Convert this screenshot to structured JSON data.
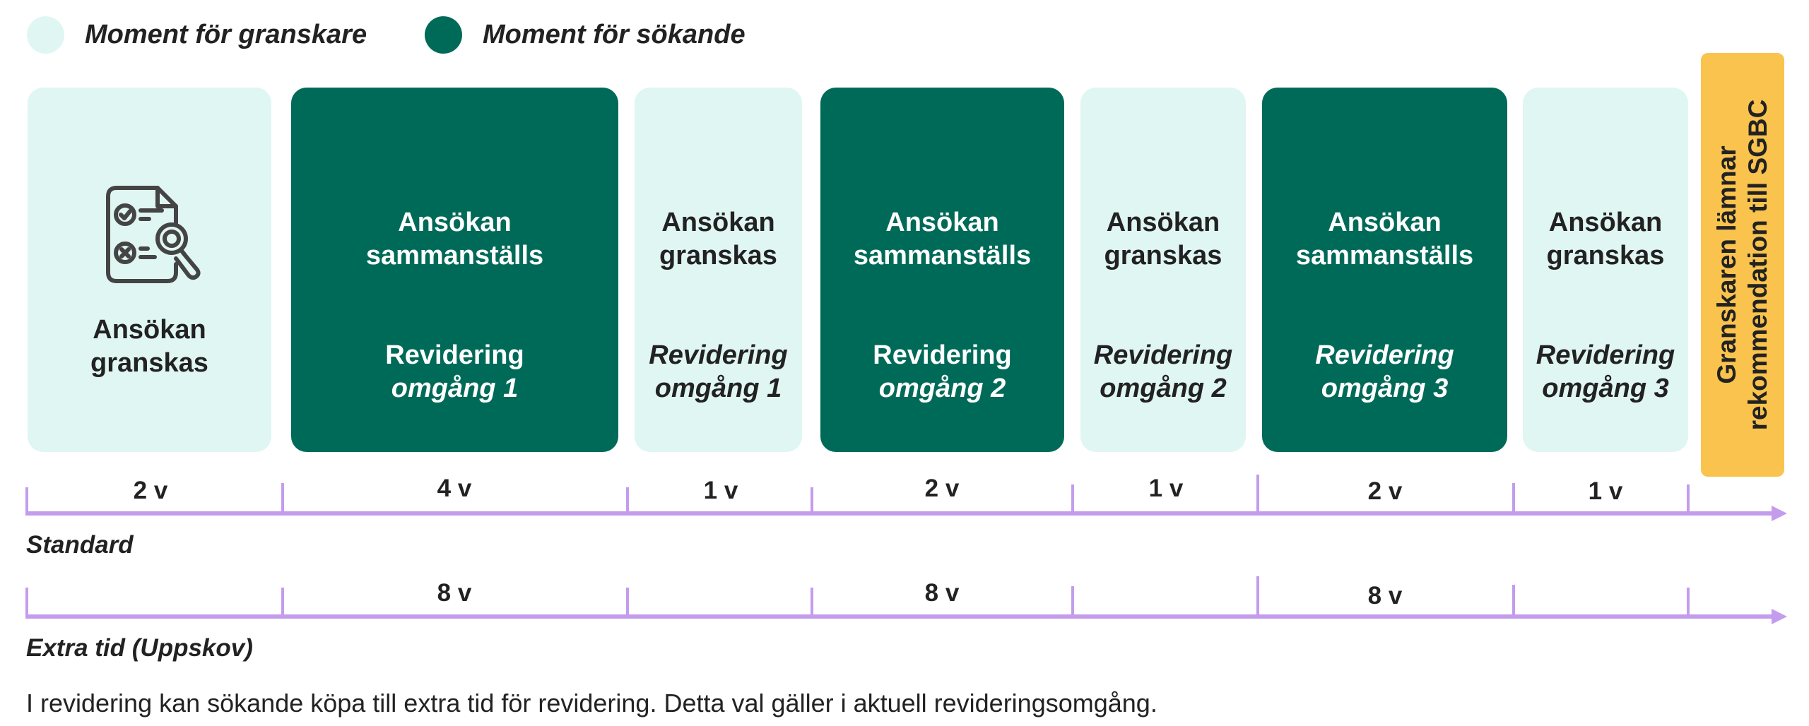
{
  "legend": {
    "reviewer": {
      "label": "Moment för granskare",
      "color": "#E0F6F3"
    },
    "applicant": {
      "label": "Moment för sökande",
      "color": "#006A58"
    }
  },
  "cards": [
    {
      "type": "reviewer",
      "icon": "document-review-icon",
      "title_line1": "Ansökan",
      "title_line2": "granskas"
    },
    {
      "type": "applicant",
      "title_line1": "Ansökan",
      "title_line2": "sammanställs",
      "sub_line1": "Revidering",
      "sub_line2": "omgång 1"
    },
    {
      "type": "reviewer",
      "title_line1": "Ansökan",
      "title_line2": "granskas",
      "sub_line1": "Revidering",
      "sub_line2": "omgång 1"
    },
    {
      "type": "applicant",
      "title_line1": "Ansökan",
      "title_line2": "sammanställs",
      "sub_line1": "Revidering",
      "sub_line2": "omgång 2"
    },
    {
      "type": "reviewer",
      "title_line1": "Ansökan",
      "title_line2": "granskas",
      "sub_line1": "Revidering",
      "sub_line2": "omgång 2"
    },
    {
      "type": "applicant",
      "title_line1": "Ansökan",
      "title_line2": "sammanställs",
      "sub_line1": "Revidering",
      "sub_line2": "omgång 3"
    },
    {
      "type": "reviewer",
      "title_line1": "Ansökan",
      "title_line2": "granskas",
      "sub_line1": "Revidering",
      "sub_line2": "omgång 3"
    }
  ],
  "final_step": {
    "line1": "Granskaren lämnar",
    "line2": "rekommendation till SGBC",
    "color": "#F9C34E"
  },
  "timelines": {
    "standard": {
      "label": "Standard",
      "durations": [
        "2 v",
        "4 v",
        "1 v",
        "2 v",
        "1 v",
        "2 v",
        "1 v"
      ]
    },
    "extra": {
      "label": "Extra tid (Uppskov)",
      "durations": [
        "",
        "8 v",
        "",
        "8 v",
        "",
        "8 v",
        ""
      ]
    },
    "axis_color": "#C49CEE"
  },
  "footnote": "I revidering kan sökande köpa till extra tid för revidering. Detta val gäller i aktuell revideringsomgång."
}
